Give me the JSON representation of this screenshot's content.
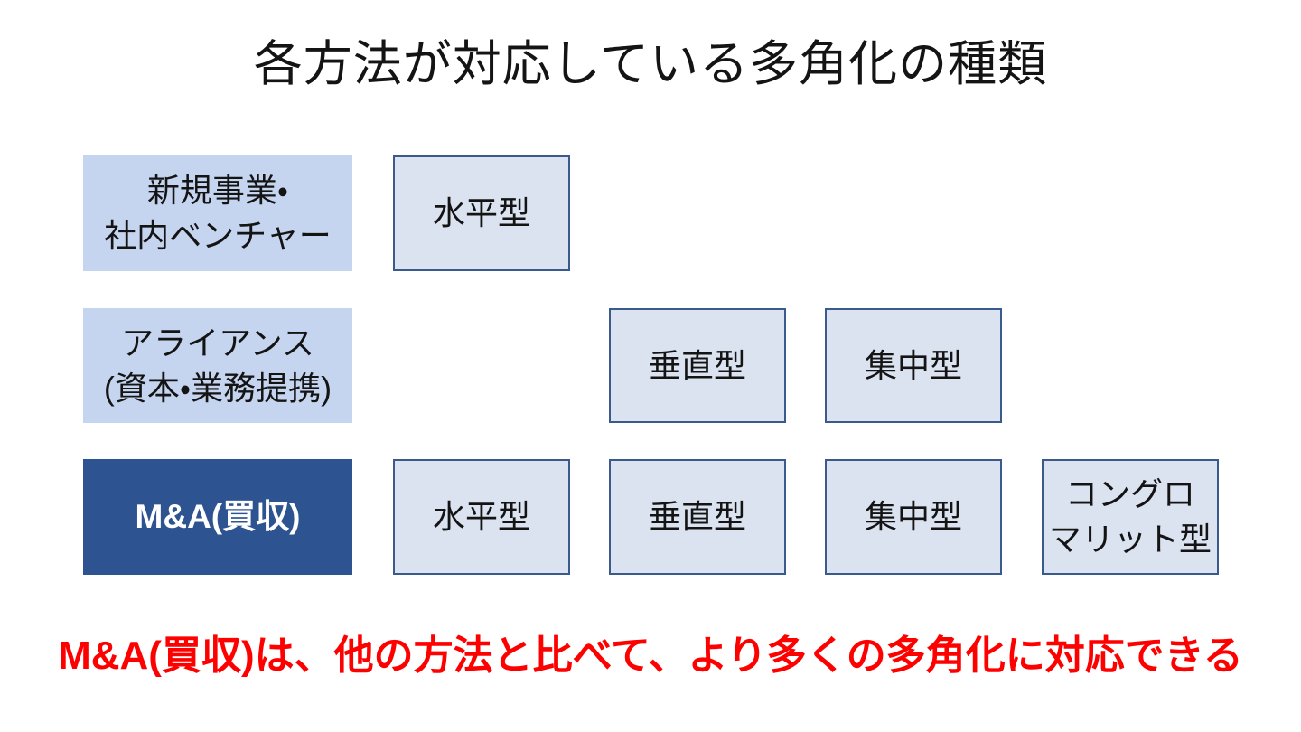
{
  "title": "各方法が対応している多角化の種類",
  "conclusion": "M&A(買収)は、他の方法と比べて、より多くの多角化に対応できる",
  "colors": {
    "background": "#FFFFFF",
    "method_box_fill": "#C6D5EF",
    "type_box_fill": "#DBE3F1",
    "type_box_border": "#3A5A8C",
    "ma_box_fill": "#2E5391",
    "ma_box_text": "#FFFFFF",
    "conclusion_text": "#FF0000",
    "label_text": "#141414"
  },
  "rows": [
    {
      "method": "新規事業・\n社内ベンチャー",
      "cells": {
        "c2": "水平型"
      }
    },
    {
      "method": "アライアンス\n(資本・業務提携)",
      "cells": {
        "c3": "垂直型",
        "c4": "集中型"
      }
    },
    {
      "method": "M&A(買収)",
      "highlighted": true,
      "cells": {
        "c2": "水平型",
        "c3": "垂直型",
        "c4": "集中型",
        "c5": "コングロ\nマリット型"
      }
    }
  ],
  "matrix_summary": {
    "methods": [
      {
        "name": "新規事業・社内ベンチャー",
        "supported_types": [
          "水平型"
        ]
      },
      {
        "name": "アライアンス(資本・業務提携)",
        "supported_types": [
          "垂直型",
          "集中型"
        ]
      },
      {
        "name": "M&A(買収)",
        "supported_types": [
          "水平型",
          "垂直型",
          "集中型",
          "コングロマリット型"
        ]
      }
    ]
  }
}
